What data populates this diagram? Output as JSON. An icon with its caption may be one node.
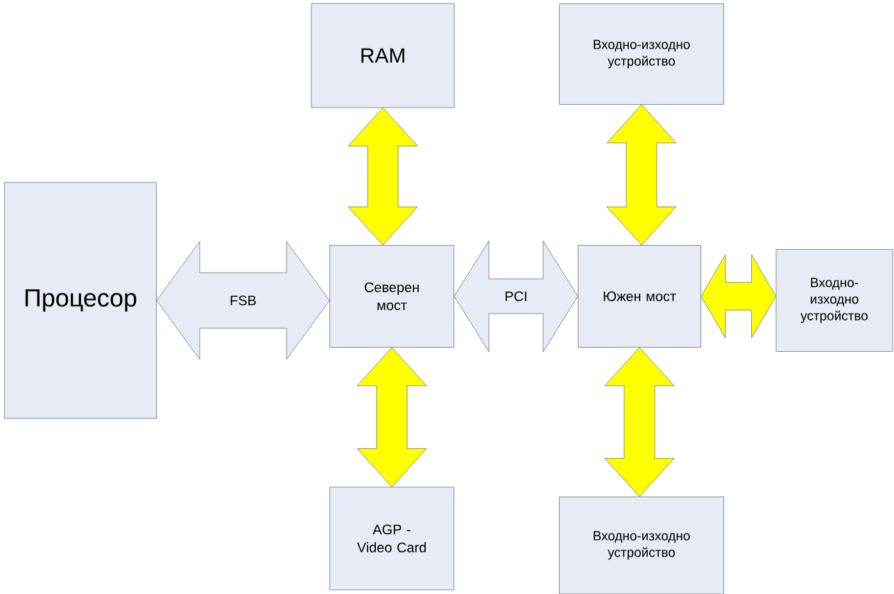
{
  "diagram": {
    "nodes": [
      {
        "text": [
          "RAM"
        ]
      },
      {
        "text": [
          "Входно-изходно устройство"
        ]
      },
      {
        "text": [
          "Процесор"
        ]
      },
      {
        "text": [
          "Северен мост"
        ]
      },
      {
        "text": [
          "Южен мост"
        ]
      },
      {
        "text": [
          "Входно-изходно устройство"
        ]
      },
      {
        "text": [
          "AGP - Video Card"
        ]
      },
      {
        "text": [
          "Входно-изходно устройство"
        ]
      }
    ],
    "edges": [
      {
        "from": 0,
        "to": 3,
        "arrow": "both"
      },
      {
        "from": 2,
        "to": 3,
        "arrow": "both",
        "label": "FSB",
        "color": "#e6ebf5"
      },
      {
        "from": 3,
        "to": 4,
        "arrow": "both",
        "label": "PCI",
        "color": "#e6ebf5"
      },
      {
        "from": 1,
        "to": 4,
        "arrow": "both"
      },
      {
        "from": 4,
        "to": 5,
        "arrow": "both"
      },
      {
        "from": 3,
        "to": 6,
        "arrow": "both"
      },
      {
        "from": 4,
        "to": 7,
        "arrow": "both"
      }
    ]
  }
}
